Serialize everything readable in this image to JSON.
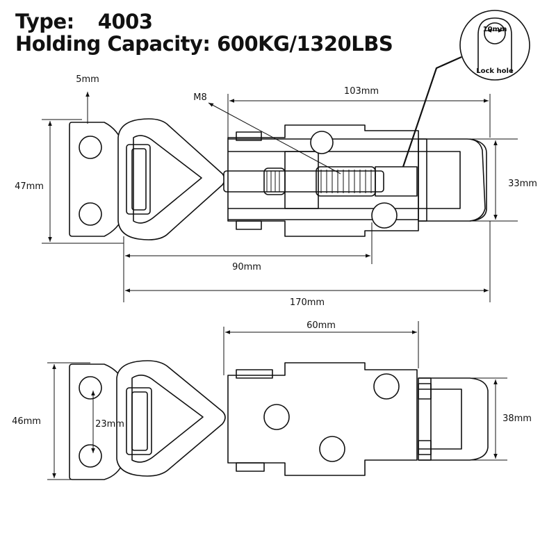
{
  "header": {
    "type_label": "Type:",
    "type_value": "4003",
    "capacity_label": "Holding Capacity:",
    "capacity_value": "600KG/1320LBS"
  },
  "inset": {
    "hole_diameter": "10mm",
    "caption": "Lock hole"
  },
  "top_view": {
    "dim_5": "5mm",
    "dim_m8": "M8",
    "dim_103": "103mm",
    "dim_47": "47mm",
    "dim_33": "33mm",
    "dim_90": "90mm",
    "dim_170": "170mm"
  },
  "bottom_view": {
    "dim_60": "60mm",
    "dim_46": "46mm",
    "dim_23": "23mm",
    "dim_38": "38mm"
  }
}
